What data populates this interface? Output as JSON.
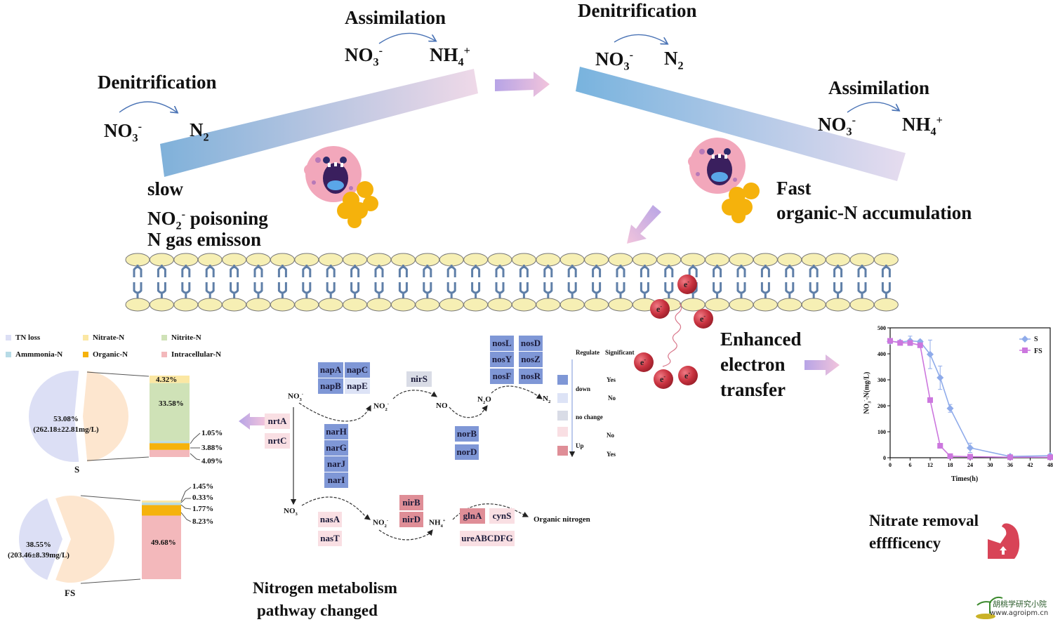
{
  "top_left": {
    "assimilation_label": "Assimilation",
    "assim_reactant": "NO",
    "assim_reactant_sub": "3",
    "assim_reactant_sup": "-",
    "assim_product": "NH",
    "assim_product_sub": "4",
    "assim_product_sup": "+",
    "denitrification_label": "Denitrification",
    "denit_reactant": "NO",
    "denit_reactant_sub": "3",
    "denit_reactant_sup": "-",
    "denit_product": "N",
    "denit_product_sub": "2",
    "notes": [
      "slow",
      "poisoning",
      "N gas  emisson"
    ],
    "note_no2": "NO",
    "note_no2_sub": "2",
    "note_no2_sup": "-"
  },
  "top_right": {
    "denitrification_label": "Denitrification",
    "denit_reactant": "NO",
    "denit_reactant_sub": "3",
    "denit_reactant_sup": "-",
    "denit_product": "N",
    "denit_product_sub": "2",
    "assimilation_label": "Assimilation",
    "assim_reactant": "NO",
    "assim_reactant_sub": "3",
    "assim_reactant_sup": "-",
    "assim_product": "NH",
    "assim_product_sub": "4",
    "assim_product_sup": "+",
    "notes": [
      "Fast",
      "organic-N accumulation"
    ]
  },
  "electron": {
    "label": "e",
    "label_sup": "-",
    "caption": [
      "Enhanced",
      "electron",
      "transfer"
    ]
  },
  "colors": {
    "membrane_head": "#f6efb4",
    "membrane_tail": "#5f7fa8",
    "electron": "#c8323f",
    "arrow_purple": "#b9a3e3",
    "arrow_pink": "#f0c3dd",
    "tn_loss": "#dcdff5",
    "nitrate": "#fbe7a3",
    "nitrite": "#cfe2b7",
    "ammonia": "#b7dbe6",
    "organic": "#f5b20c",
    "intracellular": "#f3b8bb",
    "pie_other": "#fde6cf",
    "series_S": "#8fabea",
    "series_FS": "#cc77de",
    "muscle": "#d84457"
  },
  "distribution": {
    "legend": [
      {
        "label": "TN loss",
        "color": "#dcdff5"
      },
      {
        "label": "Nitrate-N",
        "color": "#fbe7a3"
      },
      {
        "label": "Nitrite-N",
        "color": "#cfe2b7"
      },
      {
        "label": "Ammmonia-N",
        "color": "#b7dbe6"
      },
      {
        "label": "Organic-N",
        "color": "#f5b20c"
      },
      {
        "label": "Intracellular-N",
        "color": "#f3b8bb"
      }
    ],
    "S": {
      "label": "S",
      "tn_loss_pct": "53.08%",
      "tn_loss_conc": "(262.18±22.81mg/L)",
      "tn_loss_value": 53.08,
      "bar": [
        {
          "name": "Nitrate-N",
          "value": 4.32,
          "label": "4.32%"
        },
        {
          "name": "Nitrite-N",
          "value": 33.58,
          "label": "33.58%"
        },
        {
          "name": "Ammmonia-N",
          "value": 1.05,
          "label": "1.05%"
        },
        {
          "name": "Organic-N",
          "value": 3.88,
          "label": "3.88%"
        },
        {
          "name": "Intracellular-N",
          "value": 4.09,
          "label": "4.09%"
        }
      ]
    },
    "FS": {
      "label": "FS",
      "tn_loss_pct": "38.55%",
      "tn_loss_conc": "(203.46±8.39mg/L)",
      "tn_loss_value": 38.55,
      "bar": [
        {
          "name": "Nitrate-N",
          "value": 1.45,
          "label": "1.45%"
        },
        {
          "name": "Nitrite-N",
          "value": 0.33,
          "label": "0.33%"
        },
        {
          "name": "Ammmonia-N",
          "value": 1.77,
          "label": "1.77%"
        },
        {
          "name": "Organic-N",
          "value": 8.23,
          "label": "8.23%"
        },
        {
          "name": "Intracellular-N",
          "value": 49.68,
          "label": "49.68%"
        }
      ]
    }
  },
  "pathway": {
    "caption": [
      "Nitrogen metabolism",
      "pathway  changed"
    ],
    "species": {
      "no3_top": "NO3-",
      "no2_top": "NO2-",
      "no": "NO",
      "n2o": "N2O",
      "n2": "N2",
      "no3_bottom": "NO3-",
      "no2_bottom": "NO2-",
      "nh4": "NH4+",
      "organic": "Organic nitrogen"
    },
    "genes": [
      {
        "name": "napA",
        "status": "down-yes"
      },
      {
        "name": "napC",
        "status": "down-yes"
      },
      {
        "name": "napB",
        "status": "down-yes"
      },
      {
        "name": "napE",
        "status": "down-no"
      },
      {
        "name": "nirS",
        "status": "nochange"
      },
      {
        "name": "nosL",
        "status": "down-yes"
      },
      {
        "name": "nosD",
        "status": "down-yes"
      },
      {
        "name": "nosY",
        "status": "down-yes"
      },
      {
        "name": "nosZ",
        "status": "down-yes"
      },
      {
        "name": "nosF",
        "status": "down-yes"
      },
      {
        "name": "nosR",
        "status": "down-yes"
      },
      {
        "name": "nrtA",
        "status": "up-no"
      },
      {
        "name": "nrtC",
        "status": "up-no"
      },
      {
        "name": "narH",
        "status": "down-yes"
      },
      {
        "name": "narG",
        "status": "down-yes"
      },
      {
        "name": "narJ",
        "status": "down-yes"
      },
      {
        "name": "narI",
        "status": "down-yes"
      },
      {
        "name": "norB",
        "status": "down-yes"
      },
      {
        "name": "norD",
        "status": "down-yes"
      },
      {
        "name": "nasA",
        "status": "up-no"
      },
      {
        "name": "nasT",
        "status": "up-no"
      },
      {
        "name": "nirB",
        "status": "up-yes"
      },
      {
        "name": "nirD",
        "status": "up-yes"
      },
      {
        "name": "glnA",
        "status": "up-yes"
      },
      {
        "name": "cynS",
        "status": "up-no"
      },
      {
        "name": "ureABCDFG",
        "status": "up-no"
      }
    ],
    "legend": {
      "header_regulate": "Regulate",
      "header_significant": "Significant",
      "down": "down",
      "no_change": "no change",
      "up": "Up",
      "rows": [
        {
          "status": "down-yes",
          "significant": "Yes"
        },
        {
          "status": "down-no",
          "significant": "No"
        },
        {
          "status": "nochange",
          "significant": ""
        },
        {
          "status": "up-no",
          "significant": "No"
        },
        {
          "status": "up-yes",
          "significant": "Yes"
        }
      ]
    }
  },
  "chart_data": {
    "type": "line",
    "title": "",
    "xlabel": "Times(h)",
    "ylabel": "NO3- -N(mg/L)",
    "xlim": [
      0,
      48
    ],
    "ylim": [
      0,
      500
    ],
    "xticks": [
      0,
      6,
      12,
      18,
      24,
      30,
      36,
      42,
      48
    ],
    "yticks": [
      0,
      100,
      200,
      300,
      400,
      500
    ],
    "legend_position": "top-right",
    "grid": false,
    "series": [
      {
        "name": "S",
        "marker": "diamond",
        "x": [
          0,
          3,
          6,
          9,
          12,
          15,
          18,
          24,
          36,
          48
        ],
        "y": [
          448,
          445,
          450,
          447,
          398,
          308,
          190,
          38,
          5,
          8
        ],
        "err": [
          8,
          6,
          18,
          6,
          55,
          45,
          15,
          18,
          3,
          3
        ]
      },
      {
        "name": "FS",
        "marker": "square",
        "x": [
          0,
          3,
          6,
          9,
          12,
          15,
          18,
          24,
          36,
          48
        ],
        "y": [
          450,
          442,
          442,
          433,
          222,
          46,
          6,
          4,
          2,
          2
        ],
        "err": [
          4,
          4,
          4,
          4,
          4,
          4,
          2,
          2,
          1,
          1
        ]
      }
    ]
  },
  "removal": {
    "caption": [
      "Nitrate removal",
      "efffficency"
    ]
  },
  "watermark": {
    "cn": "胡桃学研究小院",
    "url": "www.agroipm.cn"
  }
}
